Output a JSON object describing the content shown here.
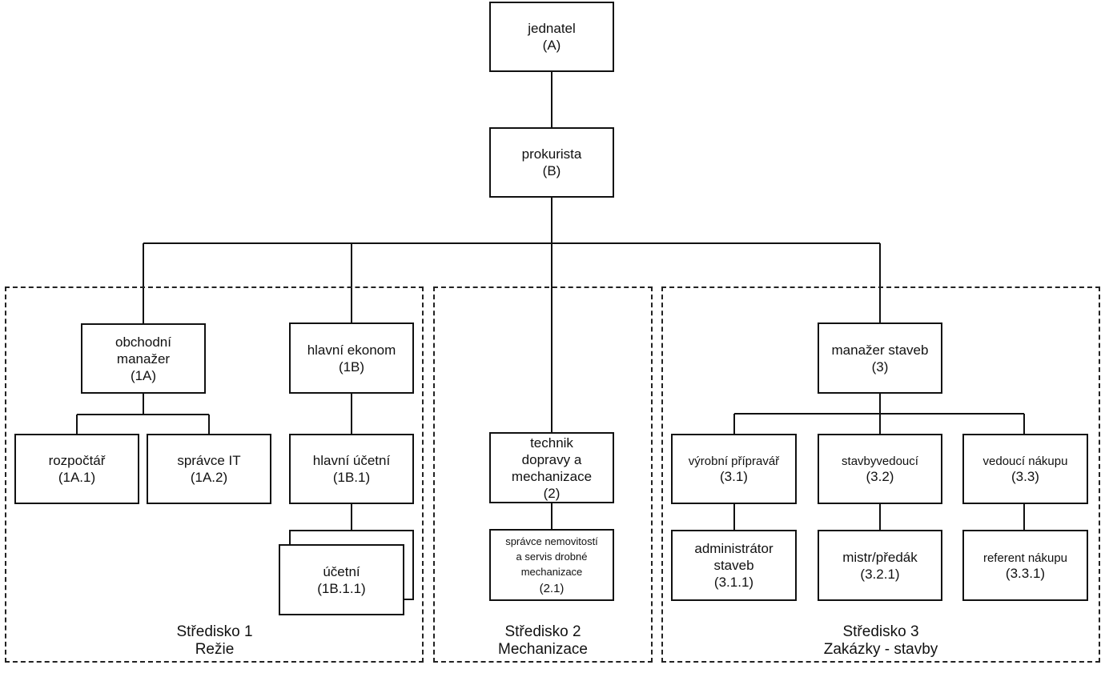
{
  "nodes": {
    "jednatel": {
      "name": "jednatel",
      "code": "(A)"
    },
    "prokurista": {
      "name": "prokurista",
      "code": "(B)"
    },
    "obchodni_manazer": {
      "line1": "obchodní",
      "line2": "manažer",
      "code": "(1A)"
    },
    "rozpoctar": {
      "name": "rozpočtář",
      "code": "(1A.1)"
    },
    "spravce_it": {
      "name": "správce IT",
      "code": "(1A.2)"
    },
    "hlavni_ekonom": {
      "name": "hlavní ekonom",
      "code": "(1B)"
    },
    "hlavni_ucetni": {
      "name": "hlavní účetní",
      "code": "(1B.1)"
    },
    "ucetni": {
      "name": "účetní",
      "code": "(1B.1.1)"
    },
    "technik": {
      "line1": "technik",
      "line2": "dopravy a",
      "line3": "mechanizace",
      "code": "(2)"
    },
    "spravce_nemovitosti": {
      "line1": "správce nemovitostí",
      "line2": "a servis drobné",
      "line3": "mechanizace",
      "code": "(2.1)"
    },
    "manazer_staveb": {
      "name": "manažer staveb",
      "code": "(3)"
    },
    "vyrobni_pripravar": {
      "name": "výrobní přípravář",
      "code": "(3.1)"
    },
    "stavbyvedouci": {
      "name": "stavbyvedoucí",
      "code": "(3.2)"
    },
    "vedouci_nakupu": {
      "name": "vedoucí nákupu",
      "code": "(3.3)"
    },
    "administrator_staveb": {
      "line1": "administrátor",
      "line2": "staveb",
      "code": "(3.1.1)"
    },
    "mistr_predak": {
      "name": "mistr/předák",
      "code": "(3.2.1)"
    },
    "referent_nakupu": {
      "name": "referent nákupu",
      "code": "(3.3.1)"
    }
  },
  "regions": {
    "stredisko1": {
      "title": "Středisko 1",
      "subtitle": "Režie"
    },
    "stredisko2": {
      "title": "Středisko 2",
      "subtitle": "Mechanizace"
    },
    "stredisko3": {
      "title": "Středisko 3",
      "subtitle": "Zakázky - stavby"
    }
  }
}
